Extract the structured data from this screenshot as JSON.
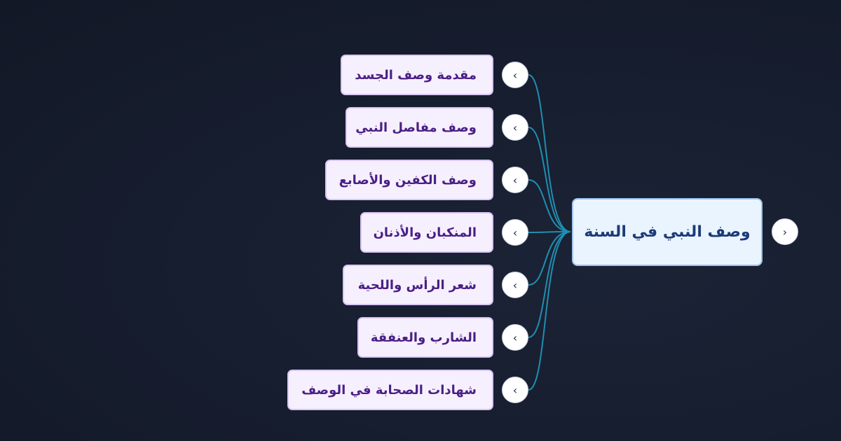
{
  "mindmap": {
    "root": {
      "label": "وصف النبي في السنة",
      "toggle_icon": "chevron-right-icon"
    },
    "children": [
      {
        "label": "مقدمة وصف الجسد",
        "toggle_icon": "chevron-left-icon"
      },
      {
        "label": "وصف مفاصل النبي",
        "toggle_icon": "chevron-left-icon"
      },
      {
        "label": "وصف الكفين والأصابع",
        "toggle_icon": "chevron-left-icon"
      },
      {
        "label": "المنكبان والأذنان",
        "toggle_icon": "chevron-left-icon"
      },
      {
        "label": "شعر الرأس واللحية",
        "toggle_icon": "chevron-left-icon"
      },
      {
        "label": "الشارب والعنفقة",
        "toggle_icon": "chevron-left-icon"
      },
      {
        "label": "شهادات الصحابة في الوصف",
        "toggle_icon": "chevron-left-icon"
      }
    ],
    "colors": {
      "background": "#161d2e",
      "connector": "#1f8fb0",
      "root_fill": "#eaf4ff",
      "root_border": "#9ec3ec",
      "root_text": "#1d3a78",
      "child_fill": "#f6f0fe",
      "child_border": "#d9c6f5",
      "child_text": "#4a1f86"
    }
  }
}
